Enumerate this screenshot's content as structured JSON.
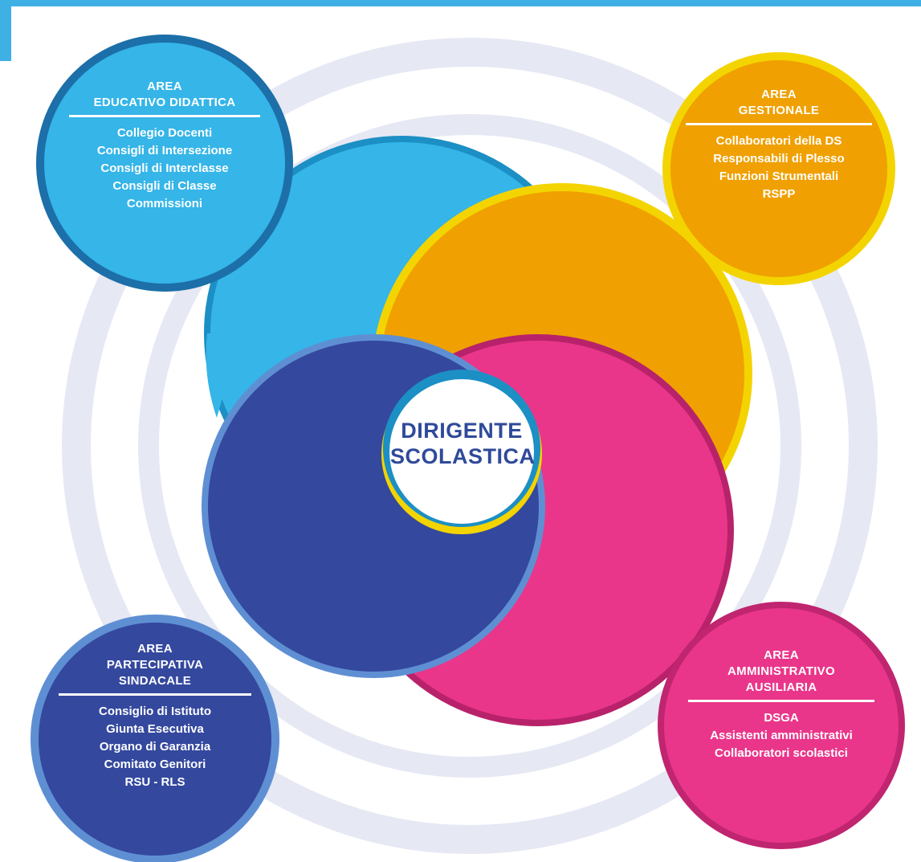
{
  "colors": {
    "light_blue": "#35b5e8",
    "orange": "#f0a000",
    "yellow": "#f3d400",
    "pink": "#e9368a",
    "dark_blue": "#34489e",
    "ring": "#e6e8f4",
    "center_text": "#2f4a9a"
  },
  "center": {
    "line1": "DIRIGENTE",
    "line2": "SCOLASTICA"
  },
  "areas": {
    "educativo": {
      "title": [
        "AREA",
        "EDUCATIVO DIDATTICA"
      ],
      "items": [
        "Collegio Docenti",
        "Consigli di Intersezione",
        "Consigli di Interclasse",
        "Consigli di Classe",
        "Commissioni"
      ]
    },
    "gestionale": {
      "title": [
        "AREA",
        "GESTIONALE"
      ],
      "items": [
        "Collaboratori della DS",
        "Responsabili di Plesso",
        "Funzioni Strumentali",
        "RSPP"
      ]
    },
    "partecipativa": {
      "title": [
        "AREA",
        "PARTECIPATIVA",
        "SINDACALE"
      ],
      "items": [
        "Consiglio di Istituto",
        "Giunta Esecutiva",
        "Organo di Garanzia",
        "Comitato Genitori",
        "RSU - RLS"
      ]
    },
    "amministrativo": {
      "title": [
        "AREA",
        "AMMINISTRATIVO",
        "AUSILIARIA"
      ],
      "items": [
        "DSGA",
        "Assistenti amministrativi",
        "Collaboratori scolastici"
      ]
    }
  }
}
